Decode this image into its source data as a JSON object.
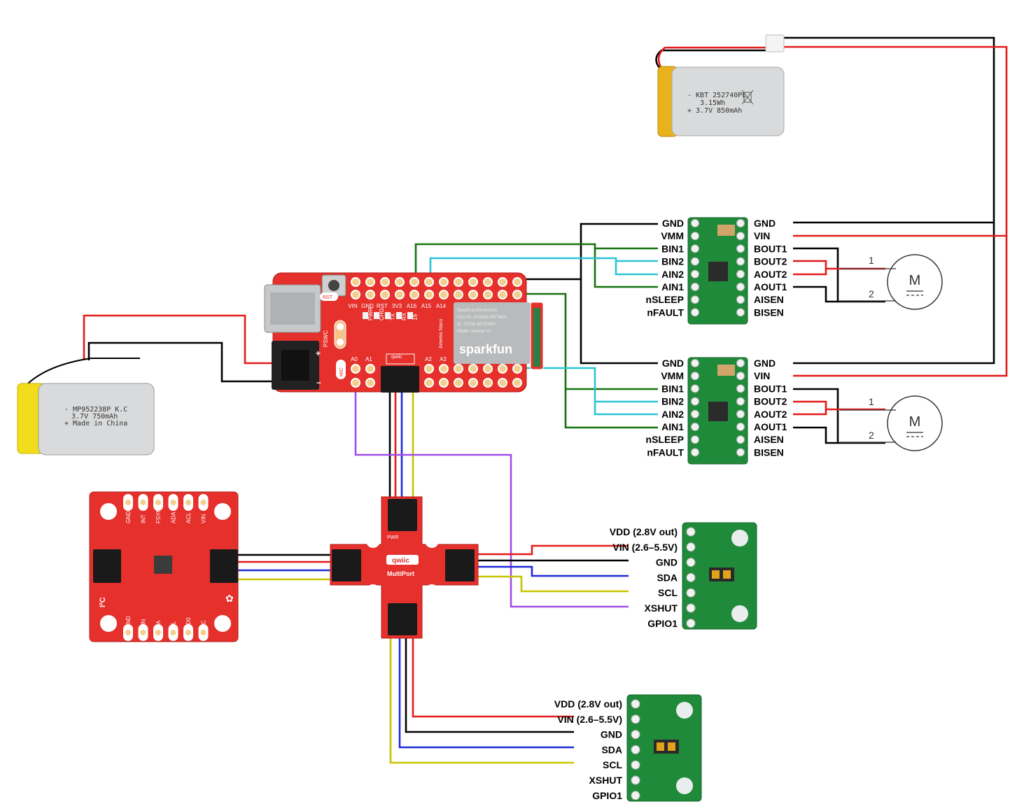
{
  "battery_top": {
    "lines": [
      "- KBT 252740PL",
      "3.15Wh",
      "+ 3.7V  850mAh"
    ]
  },
  "battery_left": {
    "lines": [
      "- MP952238P K.C",
      "3.7V 750mAh",
      "+ Made in China"
    ]
  },
  "motor_driver": {
    "left_pins": [
      "GND",
      "VMM",
      "BIN1",
      "BIN2",
      "AIN2",
      "AIN1",
      "nSLEEP",
      "nFAULT"
    ],
    "right_pins": [
      "GND",
      "VIN",
      "BOUT1",
      "BOUT2",
      "AOUT2",
      "AOUT1",
      "AISEN",
      "BISEN"
    ]
  },
  "motor": {
    "symbol": "M",
    "terminal_1": "1",
    "terminal_2": "2"
  },
  "tof_sensor": {
    "pins": [
      "VDD (2.8V out)",
      "VIN (2.6–5.5V)",
      "GND",
      "SDA",
      "SCL",
      "XSHUT",
      "GPIO1"
    ]
  },
  "artemis": {
    "top_pins": [
      "VIN",
      "GND",
      "RST",
      "3V3",
      "A16",
      "A15",
      "A14"
    ],
    "bottom_pins": [
      "A0",
      "A1",
      "A2",
      "A3"
    ],
    "leds": [
      "PWR",
      "CHG",
      "TX",
      "RX",
      "19"
    ],
    "rst_label": "RST",
    "psw_label": "PSWC",
    "mic_label": "MIC",
    "module_lines": [
      "SparkFun Electronics",
      "FCC ID: 2ASW8-ART0800",
      "IC: 25706-ARTEMIS",
      "Model: Artemis V1"
    ],
    "brand": "sparkfun",
    "board_name": "Artemis Nano",
    "qwiic": "qwiic"
  },
  "multiport": {
    "name": "MultiPort",
    "qwiic": "qwiic",
    "pwr": "PWR"
  },
  "imu": {
    "top_pins": [
      "GND",
      "INT",
      "FSYNC",
      "ADA",
      "ACL",
      "VIN"
    ],
    "bottom_pins": [
      "GND",
      "VIN",
      "DA",
      "CL",
      "AD0",
      "NC"
    ],
    "i2c": "I²C"
  },
  "colors": {
    "power": "#e41a1a",
    "ground": "#000000",
    "sda": "#1f2bd6",
    "scl": "#c8c400",
    "xshut": "#a24dea",
    "green_wire": "#16720f",
    "cyan_wire": "#2cc4d4",
    "board_red": "#e5302c",
    "board_green": "#1f8a3a"
  }
}
